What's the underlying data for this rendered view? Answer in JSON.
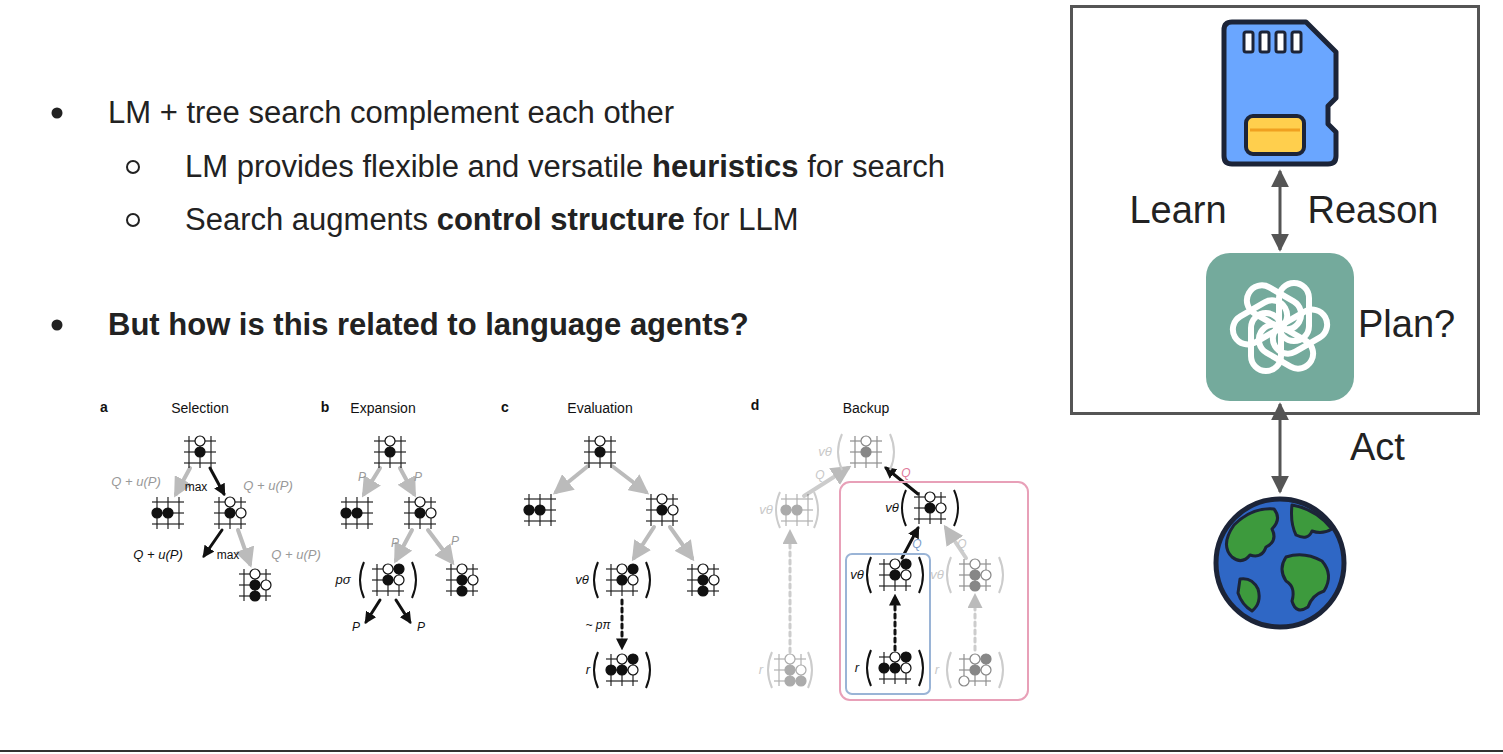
{
  "diagram": {
    "nodes": [
      {
        "text": []
      },
      {
        "text": [],
        "in": 0
      },
      {
        "text": [
          "Plan?"
        ],
        "in": 0
      },
      {
        "text": []
      }
    ],
    "edges": [
      {
        "from": 1,
        "to": 2,
        "arrow": "both"
      },
      {
        "from": 2,
        "to": 3,
        "arrow": "both",
        "label": "Act"
      }
    ],
    "labels": [
      "LM + tree search complement each other",
      "LM provides flexible and versatile",
      "heuristics",
      "for search",
      "Search augments",
      "control structure",
      "for LLM",
      "But how is this related to language agents?",
      "Learn",
      "Reason",
      "a",
      "Selection",
      "b",
      "Expansion",
      "c",
      "Evaluation",
      "d",
      "Backup",
      "Q + u(P)",
      "max",
      "Q + u(P)",
      "Q + u(P)",
      "max",
      "Q + u(P)",
      "P",
      "P",
      "P",
      "P",
      "pσ",
      "P",
      "P",
      "vθ",
      "~ pπ",
      "r",
      "vθ",
      "Q",
      "Q",
      "vθ",
      "vθ",
      "Q",
      "Q",
      "vθ",
      "vθ",
      "r",
      "r",
      "r"
    ]
  }
}
